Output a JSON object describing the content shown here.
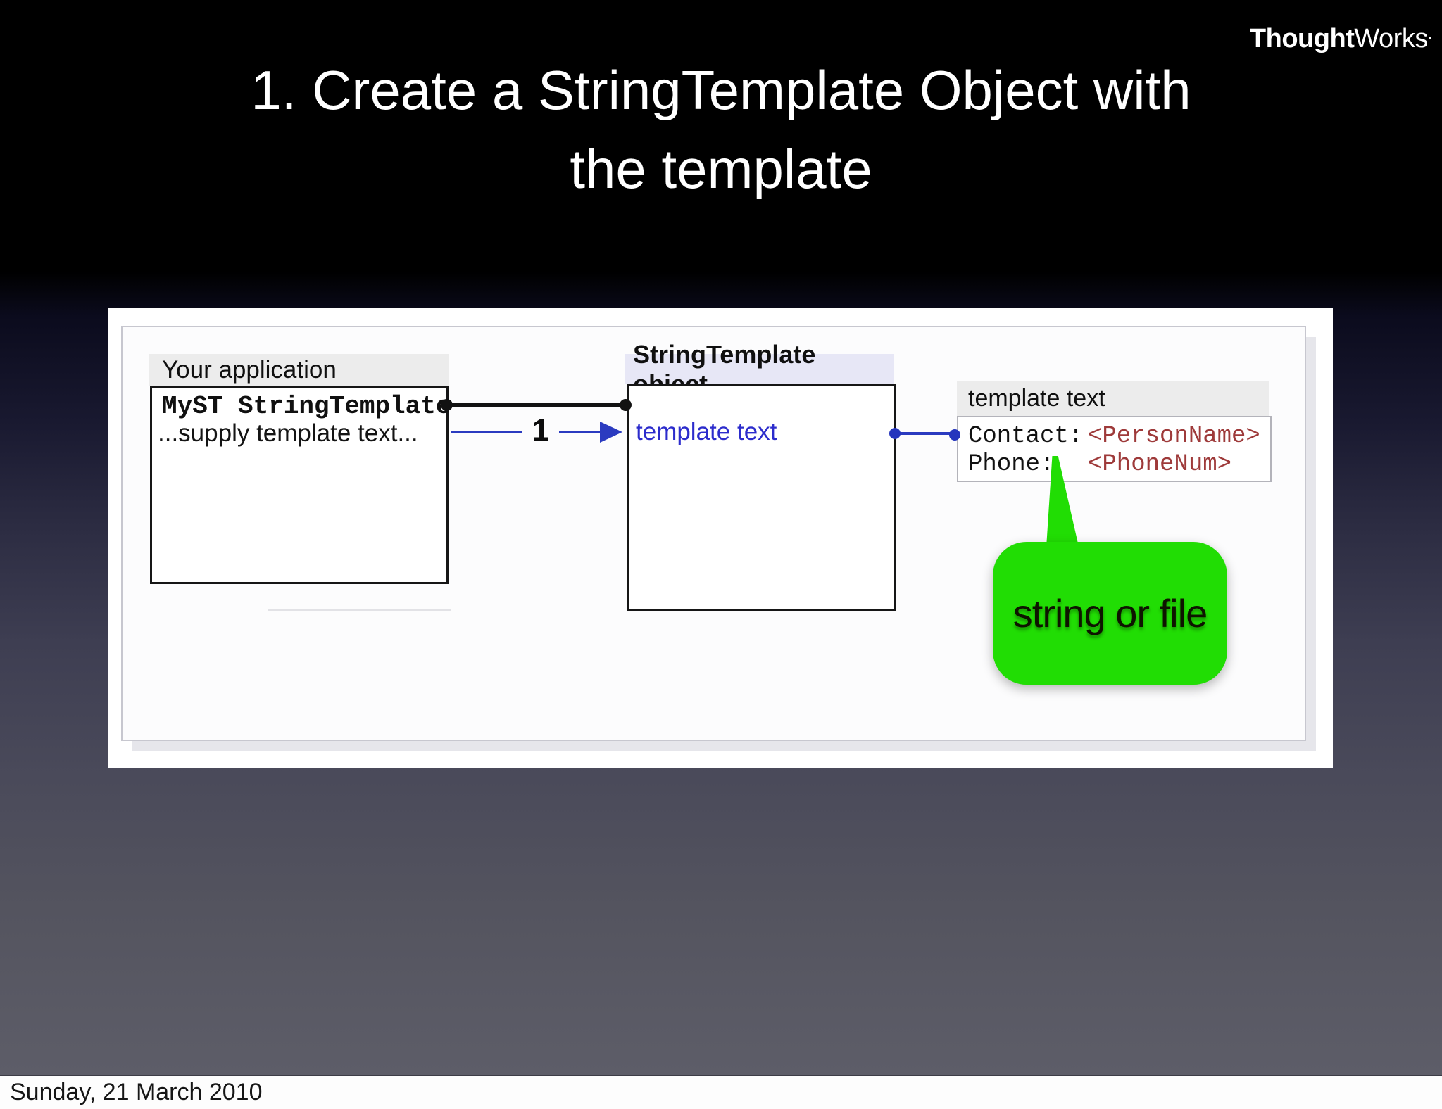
{
  "logo": {
    "bold": "Thought",
    "regular": "Works",
    "mark": "·"
  },
  "title": {
    "line1": "1. Create a StringTemplate Object with",
    "line2": "the template"
  },
  "diagram": {
    "app_box": {
      "header": "Your application",
      "line1": "MyST StringTemplate",
      "line2": "...supply template text..."
    },
    "st_box": {
      "header": "StringTemplate object",
      "body": "template text"
    },
    "template_box": {
      "header": "template text",
      "rows": [
        {
          "label": "Contact:",
          "value": "<PersonName>"
        },
        {
          "label": "Phone:",
          "value": "<PhoneNum>"
        }
      ]
    },
    "arrow_label": "1",
    "callout": "string or file"
  },
  "footer": {
    "date": "Sunday, 21 March 2010"
  },
  "colors": {
    "connector_blue": "#2b3bc0",
    "template_value_red": "#9e3a3a",
    "callout_green": "#21dd04",
    "st_header_lavender": "#e7e7f6",
    "header_gray": "#ececec"
  }
}
